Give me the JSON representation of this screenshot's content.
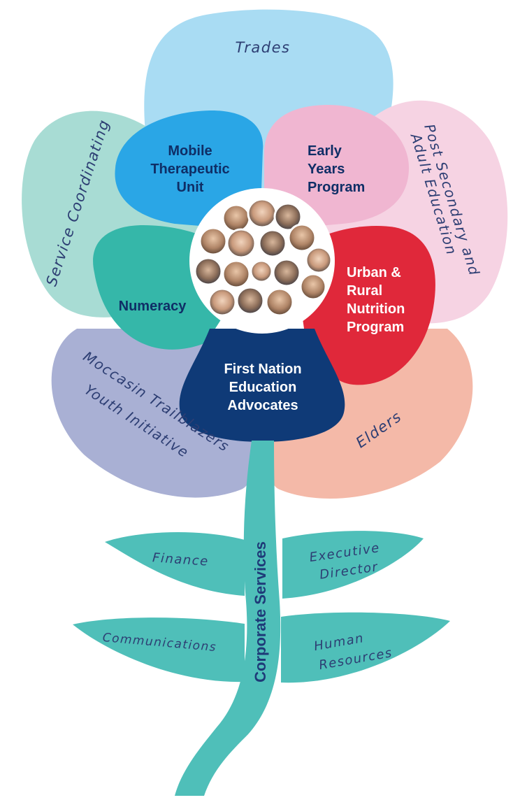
{
  "outer_petals": {
    "trades": "Trades",
    "service_coordinating": "Service Coordinating",
    "post_secondary_line1": "Post Secondary and",
    "post_secondary_line2": "Adult Education",
    "moccasin_line1": "Moccasin Trailblazers",
    "moccasin_line2": "Youth Initiative",
    "elders": "Elders"
  },
  "inner_petals": {
    "mobile": [
      "Mobile",
      "Therapeutic",
      "Unit"
    ],
    "early": [
      "Early",
      "Years",
      "Program"
    ],
    "numeracy": "Numeracy",
    "urban": [
      "Urban &",
      "Rural",
      "Nutrition",
      "Program"
    ],
    "fnea": [
      "First Nation",
      "Education",
      "Advocates"
    ]
  },
  "stem": {
    "label": "Corporate Services"
  },
  "leaves": {
    "finance": "Finance",
    "executive_line1": "Executive",
    "executive_line2": "Director",
    "communications": "Communications",
    "hr_line1": "Human",
    "hr_line2": "Resources"
  },
  "colors": {
    "trades": "#a9dcf3",
    "service": "#a8dcd4",
    "post_secondary": "#f6d3e3",
    "moccasin": "#a9b0d4",
    "elders": "#f4b9a8",
    "mobile": "#2aa6e6",
    "early": "#f0b6d1",
    "numeracy": "#35b7a9",
    "urban": "#e0283a",
    "fnea": "#0f3a77",
    "stem": "#4fbfb9",
    "outline": "#2d3e73"
  },
  "center": {
    "photo_count": 16
  }
}
